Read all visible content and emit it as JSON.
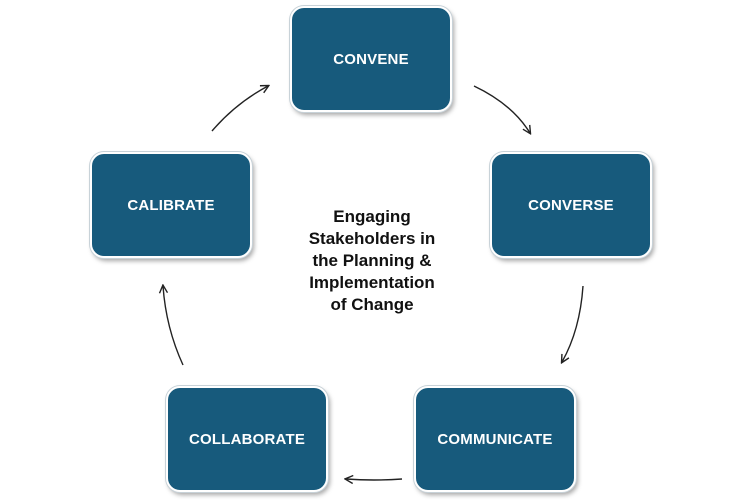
{
  "diagram": {
    "center_title_lines": [
      "Engaging",
      "Stakeholders in",
      "the Planning &",
      "Implementation",
      "of Change"
    ],
    "nodes": [
      {
        "id": "convene",
        "label": "CONVENE"
      },
      {
        "id": "converse",
        "label": "CONVERSE"
      },
      {
        "id": "communicate",
        "label": "COMMUNICATE"
      },
      {
        "id": "collaborate",
        "label": "COLLABORATE"
      },
      {
        "id": "calibrate",
        "label": "CALIBRATE"
      }
    ],
    "flow": [
      [
        "convene",
        "converse"
      ],
      [
        "converse",
        "communicate"
      ],
      [
        "communicate",
        "collaborate"
      ],
      [
        "collaborate",
        "calibrate"
      ],
      [
        "calibrate",
        "convene"
      ]
    ],
    "colors": {
      "node_fill": "#175a7c",
      "node_text": "#ffffff",
      "arrow": "#222222",
      "title_text": "#111111"
    }
  }
}
